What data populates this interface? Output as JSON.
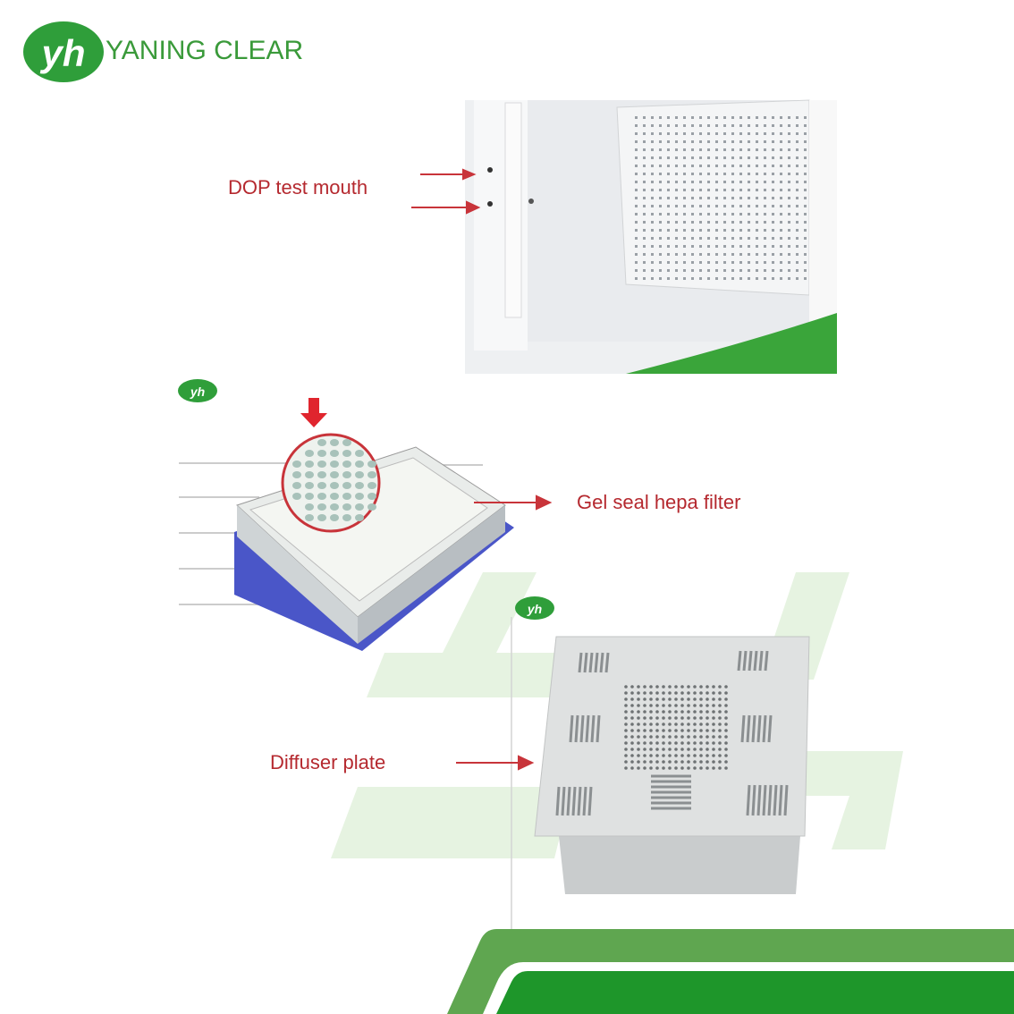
{
  "brand": {
    "name": "YANING CLEAR",
    "logo_icon": "yh-logo-icon",
    "color": "#3a9a3a"
  },
  "labels": {
    "dop": "DOP test mouth",
    "filter": "Gel seal hepa filter",
    "diffuser": "Diffuser plate"
  },
  "colors": {
    "label_red": "#b5292f",
    "band_light": "#5fa650",
    "band_dark": "#1e962a",
    "filter_blue": "#4a56c8"
  }
}
